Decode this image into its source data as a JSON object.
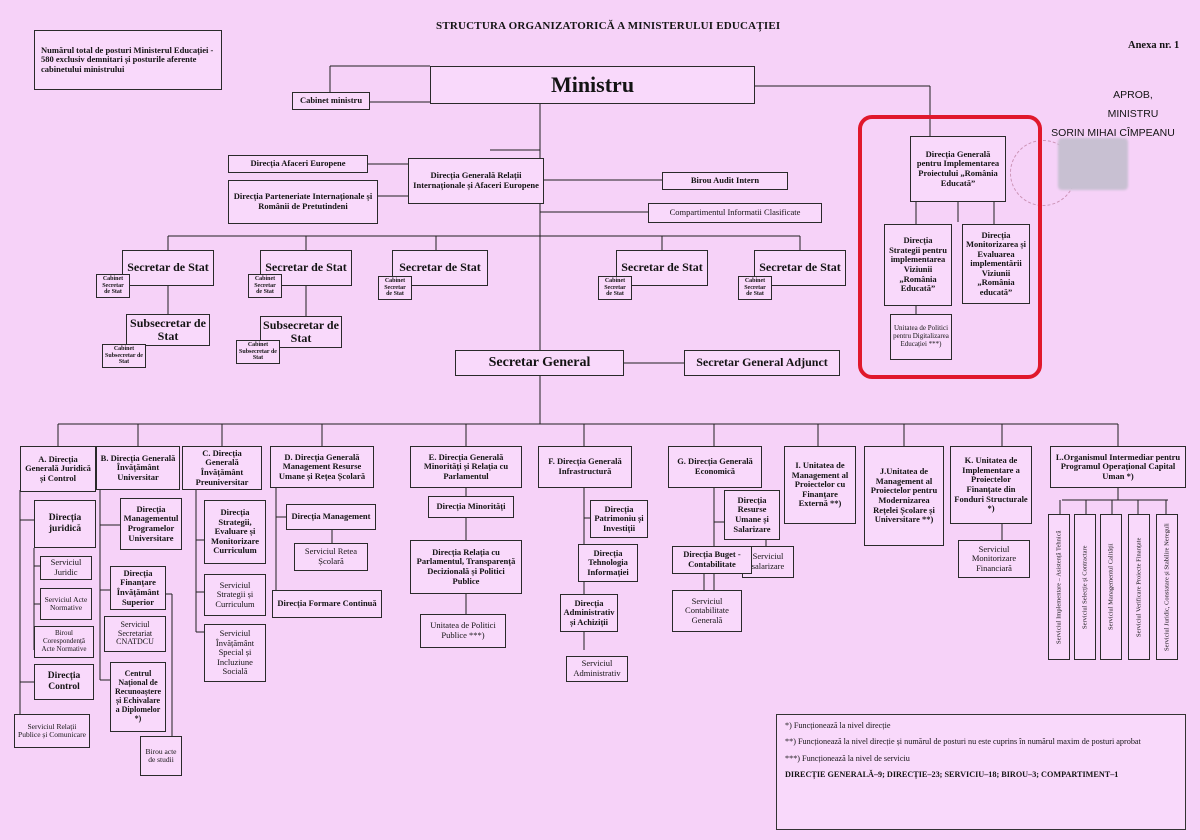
{
  "title": "STRUCTURA ORGANIZATORICĂ A MINISTERULUI EDUCAȚIEI",
  "annex": "Anexa nr. 1",
  "approval": {
    "line1": "APROB,",
    "line2": "MINISTRU",
    "line3": "SORIN MIHAI CÎMPEANU"
  },
  "headcount_note": "Numărul total de posturi Ministerul Educației - 580 exclusiv demnitari și posturile aferente cabinetului ministrului",
  "top": {
    "minister": "Ministru",
    "cabinet_minister": "Cabinet ministru",
    "dir_afaceri_europene": "Direcția Afaceri Europene",
    "dir_parteneriate": "Direcția Parteneriate Internaționale și Românii de Pretutindeni",
    "dg_relatii_int": "Direcția Generală Relații Internaționale și Afaceri Europene",
    "birou_audit": "Birou Audit Intern",
    "compartiment_info": "Compartimentul Informatii Clasificate",
    "secretar_general": "Secretar General",
    "secretar_general_adjunct": "Secretar General Adjunct"
  },
  "state": {
    "secretar_de_stat": "Secretar de Stat",
    "subsecretar_de_stat": "Subsecretar de Stat",
    "cabinet_secretar": "Cabinet Secretar de Stat",
    "cabinet_subsecretar": "Cabinet Subsecretar de Stat"
  },
  "romania_educata": {
    "dg": "Direcția Generală pentru Implementarea Proiectului „România Educată”",
    "dir_strategii": "Direcția Strategii pentru implementarea Viziunii „România Educată”",
    "dir_monitorizare": "Direcția Monitorizarea și Evaluarea implementării Viziunii „România educată”",
    "unitate_digitalizare": "Unitatea de Politici pentru Digitalizarea Educației ***)"
  },
  "departments": {
    "A": {
      "head": "A. Direcția Generală Juridică și Control",
      "dir_juridica": "Direcția juridică",
      "serv_juridic": "Serviciul Juridic",
      "serv_acte": "Serviciul Acte Normative",
      "birou_coresp": "Biroul Corespondență Acte Normative",
      "dir_control": "Direcția Control",
      "serv_relatii": "Serviciul Relații Publice și Comunicare"
    },
    "B": {
      "head": "B. Direcția Generală Învățământ Universitar",
      "dir_management": "Direcția Managementul Programelor Universitare",
      "dir_finantare": "Direcția Finanțare Învățământ Superior",
      "serv_secretariat": "Serviciul Secretariat CNATDCU",
      "centru": "Centrul Național de Recunoaștere și Echivalare a Diplomelor *)",
      "birou_acte": "Birou acte de studii"
    },
    "C": {
      "head": "C. Direcția Generală Învățământ Preuniversitar",
      "dir_strategii": "Direcția Strategii, Evaluare și Monitorizare Curriculum",
      "serv_strategii": "Serviciul Strategii și Curriculum",
      "serv_special": "Serviciul Învățământ Special și Incluziune Socială"
    },
    "D": {
      "head": "D. Direcția Generală Management Resurse Umane și Rețea Școlară",
      "dir_management": "Direcția Management",
      "serv_retea": "Serviciul Retea Școlară",
      "dir_formare": "Direcția Formare Continuă"
    },
    "E": {
      "head": "E. Direcția Generală Minorități și Relația cu Parlamentul",
      "dir_minoritati": "Direcția Minorități",
      "dir_relatia": "Direcția Relația cu Parlamentul, Transparență Decizională și Politici Publice",
      "unitate_politici": "Unitatea de Politici Publice ***)"
    },
    "F": {
      "head": "F. Direcția Generală Infrastructură",
      "dir_patrimoniu": "Direcția Patrimoniu și Investiții",
      "dir_tehnologia": "Direcția Tehnologia Informației",
      "dir_administrativ": "Direcția Administrativ și Achiziții",
      "serv_administrativ": "Serviciul Administrativ"
    },
    "G": {
      "head": "G. Direcția Generală Economică",
      "dir_resurse": "Direcția Resurse Umane și Salarizare",
      "dir_buget": "Direcția Buget - Contabilitate",
      "serv_salarizare": "Serviciul salarizare",
      "serv_contabilitate": "Serviciul Contabilitate Generală"
    },
    "I": {
      "head": "I. Unitatea de Management al Proiectelor cu Finanțare Externă **)"
    },
    "J": {
      "head": "J.Unitatea de Management al Proiectelor pentru Modernizarea Rețelei Școlare și Universitare **)"
    },
    "K": {
      "head": "K. Unitatea de Implementare a Proiectelor Finanțate din Fonduri Structurale *)",
      "serv_monitorizare": "Serviciul Monitorizare Financiară"
    },
    "L": {
      "head": "L.Organismul Intermediar pentru Programul Operațional Capital Uman *)",
      "serv1": "Serviciul Implementare – Asistență Tehnică",
      "serv2": "Serviciul Selecție și Contractare",
      "serv3": "Serviciul Managementul Calității",
      "serv4": "Serviciul Verificare Proiecte Finanțate",
      "serv5": "Serviciul Juridic, Constatare și Stabilire Nereguli"
    }
  },
  "legend": {
    "note1": "*)      Funcționează la nivel direcție",
    "note2": "**)  Funcționează la nivel direcție și numărul de posturi nu este cuprins în numărul maxim de posturi aprobat",
    "note3": "***) Funcționează la nivel de serviciu",
    "totals": "DIRECȚIE GENERALĂ–9; DIRECȚIE–23; SERVICIU–18; BIROU–3; COMPARTIMENT–1"
  }
}
